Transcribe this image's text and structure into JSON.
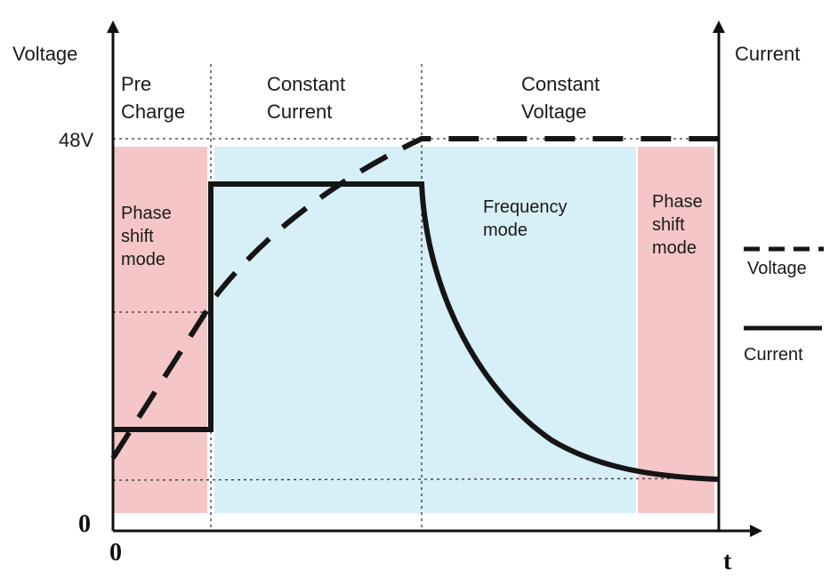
{
  "axes": {
    "left_label": "Voltage",
    "right_label": "Current",
    "x_label": "t",
    "origin_y": "0",
    "origin_x": "0",
    "voltage_tick": "48V"
  },
  "phases": {
    "pre_charge": [
      "Pre",
      "Charge"
    ],
    "constant_current": [
      "Constant",
      "Current"
    ],
    "constant_voltage": [
      "Constant",
      "Voltage"
    ]
  },
  "modes": {
    "phase_shift_left": [
      "Phase",
      "shift",
      "mode"
    ],
    "frequency": [
      "Frequency",
      "mode"
    ],
    "phase_shift_right": [
      "Phase",
      "shift",
      "mode"
    ]
  },
  "legend": {
    "voltage": "Voltage",
    "current": "Current"
  },
  "colors": {
    "phase_shift_region": "#f5c6c8",
    "frequency_region": "#d7eff6",
    "curve": "#151515",
    "guide": "#333333"
  }
}
